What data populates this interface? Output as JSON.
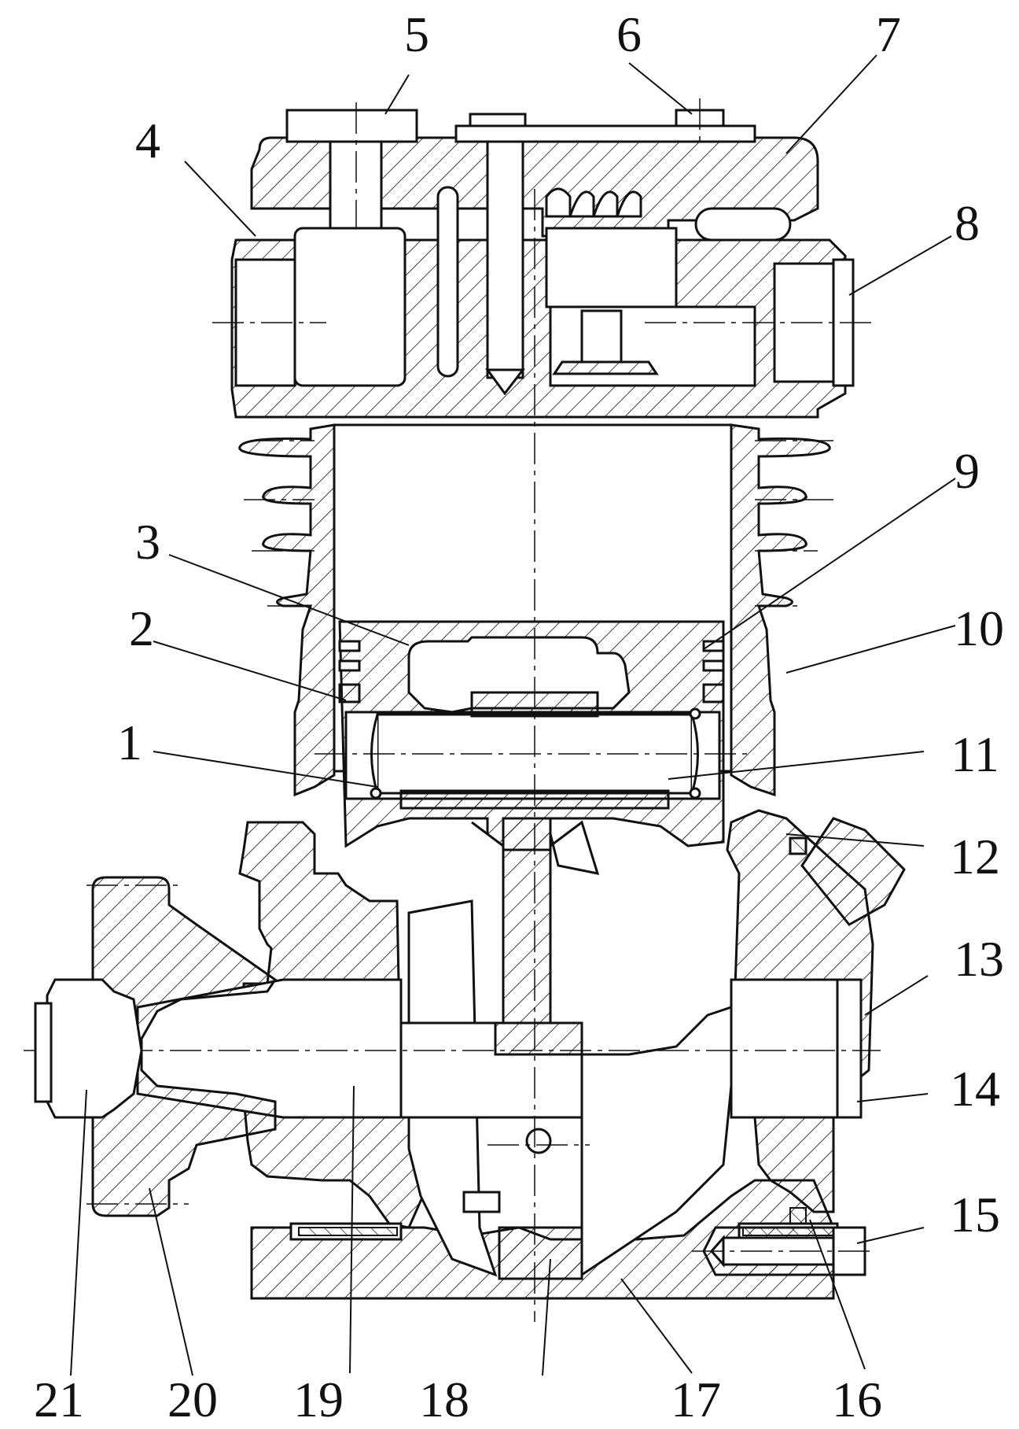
{
  "figure": {
    "callouts": [
      {
        "id": "c1",
        "label": "1"
      },
      {
        "id": "c2",
        "label": "2"
      },
      {
        "id": "c3",
        "label": "3"
      },
      {
        "id": "c4",
        "label": "4"
      },
      {
        "id": "c5",
        "label": "5"
      },
      {
        "id": "c6",
        "label": "6"
      },
      {
        "id": "c7",
        "label": "7"
      },
      {
        "id": "c8",
        "label": "8"
      },
      {
        "id": "c9",
        "label": "9"
      },
      {
        "id": "c10",
        "label": "10"
      },
      {
        "id": "c11",
        "label": "11"
      },
      {
        "id": "c12",
        "label": "12"
      },
      {
        "id": "c13",
        "label": "13"
      },
      {
        "id": "c14",
        "label": "14"
      },
      {
        "id": "c15",
        "label": "15"
      },
      {
        "id": "c16",
        "label": "16"
      },
      {
        "id": "c17",
        "label": "17"
      },
      {
        "id": "c18",
        "label": "18"
      },
      {
        "id": "c19",
        "label": "19"
      },
      {
        "id": "c20",
        "label": "20"
      },
      {
        "id": "c21",
        "label": "21"
      }
    ]
  }
}
